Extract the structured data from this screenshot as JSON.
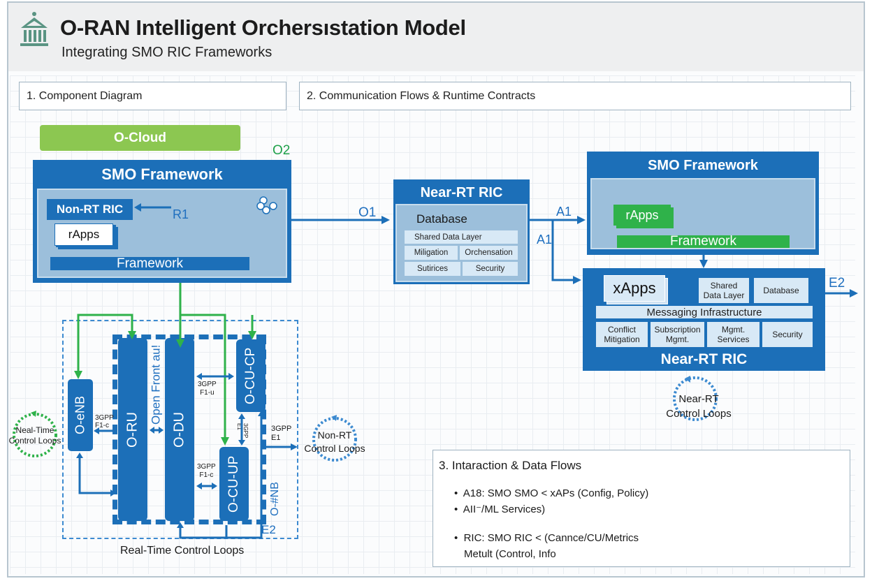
{
  "header": {
    "title": "O-RAN Intelligent Orchersıstation Model",
    "subtitle": "Integrating SMO  RIC Frameworks",
    "logo_icon": "institution-icon"
  },
  "sections": {
    "component_diagram": "1. Component Diagram",
    "communication_flows": "2. Communication Flows & Runtime Contracts",
    "interaction": "3. Intaraction & Data Flows"
  },
  "component_diagram": {
    "ocloud": "O-Cloud",
    "o2_label": "O2",
    "smo": {
      "title": "SMO Framework",
      "non_rt_ric": "Non-RT RIC",
      "r1_label": "R1",
      "rapps": "rApps",
      "framework": "Framework",
      "cluster_icon": "cluster-icon"
    },
    "nodes": {
      "oenb": "O-eNB",
      "oru": "O-RU",
      "odu": "O-DU",
      "ocucp": "O-CU-CP",
      "ocuup": "O-CU-UP",
      "open_fronthaul": "Open Front  au!",
      "ognb": "O-#NB"
    },
    "links": {
      "f1c_left": [
        "3GPP",
        "F1-c"
      ],
      "f1u": [
        "3GPP",
        "F1-u"
      ],
      "f1c_right": [
        "3GPP",
        "F1-c"
      ],
      "e1_vertical": [
        "3GPP",
        "E1"
      ],
      "e1_out": [
        "3GPP",
        "E1"
      ],
      "e2": "E2"
    },
    "loops": {
      "real_time_left": [
        "Neal-Time",
        "Control Loops"
      ],
      "non_rt": [
        "Non-RT",
        "Control Loops"
      ],
      "caption": "Real-Time Control Loops"
    }
  },
  "communication_flows": {
    "o1_label": "O1",
    "a1_top": "A1",
    "a1_side": "A1",
    "e2_label": "E2",
    "near_rt_ric_small": {
      "title": "Near-RT RIC",
      "database": "Database",
      "cells": [
        "Shared Data Layer",
        "Miligation",
        "Orchensation",
        "Sutirices",
        "Security"
      ]
    },
    "smo_right": {
      "title": "SMO Framework",
      "rapps": "rApps",
      "framework": "Framework"
    },
    "near_rt_ric_big": {
      "title": "Near-RT RIC",
      "xapps": "xApps",
      "shared_data_layer": [
        "Shared",
        "Data Layer"
      ],
      "database": "Database",
      "messaging": "Messaging Infrastructure",
      "cells": [
        [
          "Conflict",
          "Mitigation"
        ],
        [
          "Subscription",
          "Mgmt."
        ],
        [
          "Mgmt.",
          "Services"
        ],
        [
          "Security"
        ]
      ]
    },
    "near_rt_loops": [
      "Near-RT",
      "Control Loops"
    ]
  },
  "interaction": {
    "bullets": [
      "A18: SMO SMO < xAPs (Config, Policy)",
      "AII⁻/ML Services)",
      "RIC: SMO RIC < (Cannce/CU/Metrics"
    ],
    "continuation": "Metult (Control, Info"
  },
  "colors": {
    "primary_blue": "#1c6fb8",
    "panel_blue": "#9cbfdb",
    "cell_blue": "#d8e9f6",
    "green": "#2fb24a",
    "ocloud_green": "#8cc751"
  }
}
